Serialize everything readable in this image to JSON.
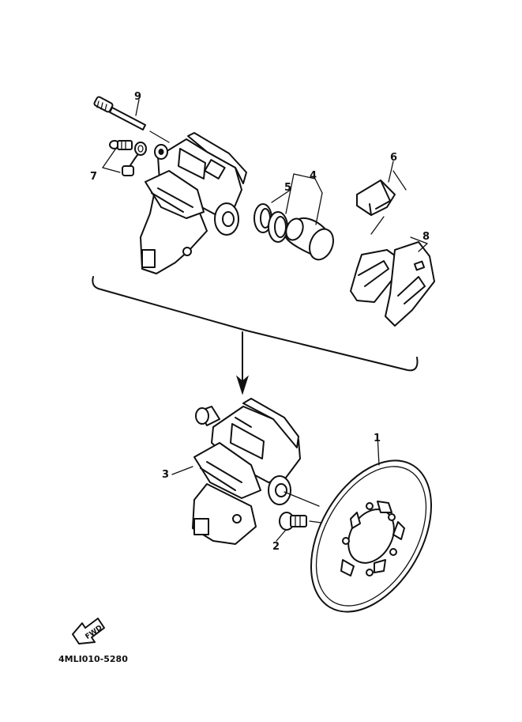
{
  "callouts": {
    "c1": "1",
    "c2": "2",
    "c3": "3",
    "c4": "4",
    "c5": "5",
    "c6": "6",
    "c7": "7",
    "c8": "8",
    "c9": "9"
  },
  "fwd_label": "FWD",
  "diagram_code": "4MLI010-5280"
}
